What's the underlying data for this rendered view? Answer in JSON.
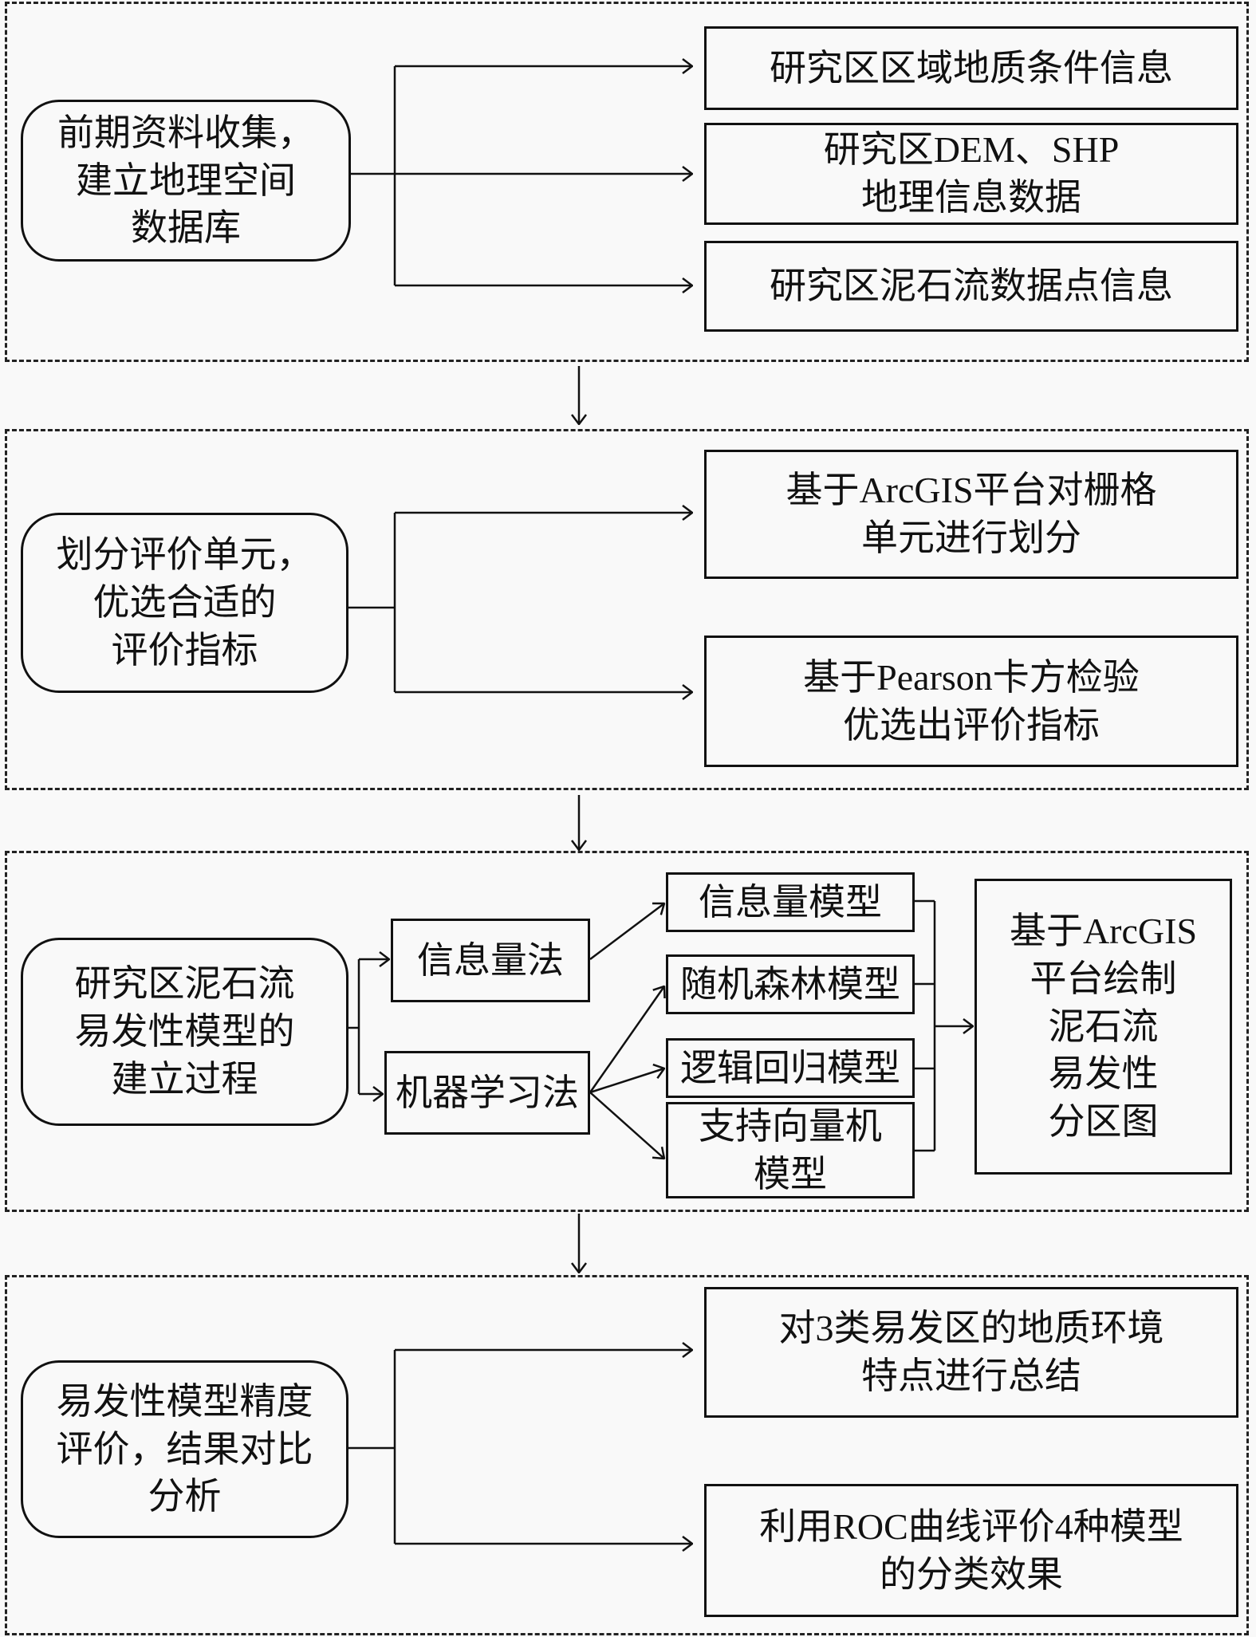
{
  "stages": [
    {
      "main": "前期资料收集，\n建立地理空间\n数据库",
      "outputs": [
        "研究区区域地质条件信息",
        "研究区DEM、SHP\n地理信息数据",
        "研究区泥石流数据点信息"
      ]
    },
    {
      "main": "划分评价单元，\n优选合适的\n评价指标",
      "outputs": [
        "基于ArcGIS平台对栅格\n单元进行划分",
        "基于Pearson卡方检验\n优选出评价指标"
      ]
    },
    {
      "main": "研究区泥石流\n易发性模型的\n建立过程",
      "methods": [
        "信息量法",
        "机器学习法"
      ],
      "models": [
        "信息量模型",
        "随机森林模型",
        "逻辑回归模型",
        "支持向量机\n模型"
      ],
      "result": "基于ArcGIS\n平台绘制\n泥石流\n易发性\n分区图"
    },
    {
      "main": "易发性模型精度\n评价，结果对比\n分析",
      "outputs": [
        "对3类易发区的地质环境\n特点进行总结",
        "利用ROC曲线评价4种模型\n的分类效果"
      ]
    }
  ]
}
